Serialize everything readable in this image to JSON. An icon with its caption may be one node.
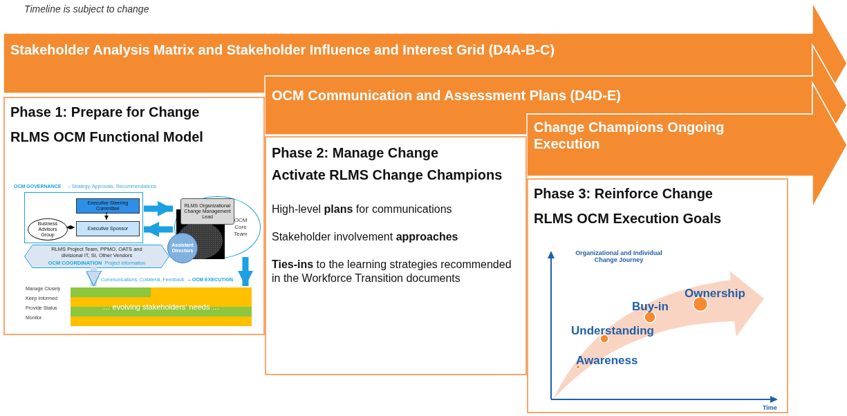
{
  "diagram": {
    "nodes": [
      {
        "text": [
          "Stakeholder Analysis Matrix and Stakeholder Influence and Interest Grid (D4A-B-C)"
        ]
      },
      {
        "text": [
          "OCM Communication and Assessment Plans (D4D-E)"
        ]
      },
      {
        "text": [
          "Change Champions Ongoing Execution"
        ]
      },
      {
        "text": [
          "Phase 1: Prepare for Change",
          "RLMS OCM Functional Model"
        ]
      },
      {
        "text": [
          "OCM GOVERNANCE",
          "– Strategy, Approvals, Recommendations"
        ],
        "in": 3
      },
      {
        "text": [
          "Executive Steering Committee"
        ],
        "in": 4
      },
      {
        "text": [
          "Executive Sponsor"
        ],
        "in": 4
      },
      {
        "text": [
          "Business Advisors Group"
        ],
        "in": 4
      },
      {
        "text": [
          "RLMS Project Team, PPMO, OATS and divisional IT, SI, Other Vendors",
          "OCM COORDINATION",
          "Project Information"
        ],
        "in": 3
      },
      {
        "text": [
          "OCM Core Team"
        ],
        "in": 3
      },
      {
        "text": [
          "RLMS Organizational Change Management Lead"
        ],
        "in": 9
      },
      {
        "text": [],
        "shape": "circle",
        "in": 9
      },
      {
        "text": [
          "Assistant Directors"
        ],
        "in": 3
      },
      {
        "text": [
          "… evolving stakeholders’ needs …"
        ],
        "in": 3
      },
      {
        "text": [
          "Phase 2: Manage Change",
          "Activate RLMS Change Champions",
          "High-level **plans** for communications",
          "Stakeholder involvement **approaches**",
          "**Ties-ins** to the learning strategies recommended in the Workforce Transition documents"
        ]
      },
      {
        "text": [
          "Phase 3: Reinforce Change",
          "RLMS OCM Execution Goals"
        ]
      }
    ],
    "edges": [
      {
        "from": 5,
        "to": 6,
        "arrow": "to",
        "color": "#000000"
      },
      {
        "from": 7,
        "to": 6,
        "arrow": "both",
        "style": "dashed",
        "color": "#000000"
      },
      {
        "from": 4,
        "to": 9,
        "arrow": "to"
      },
      {
        "from": 9,
        "to": 4,
        "arrow": "to"
      },
      {
        "from": 9,
        "to": 13,
        "arrow": "to"
      },
      {
        "from": 8,
        "to": 13,
        "arrow": "to",
        "color": "#c9daf0"
      }
    ],
    "labels": [
      "Timeline is subject to change",
      "Manage Closely",
      "Keep Informed",
      "Provide Status",
      "Monitor",
      "Communications, Collateral, Feedback",
      "– OCM EXECUTION",
      "Organizational and Individual Change Journey",
      "Awareness",
      "Understanding",
      "Buy-in",
      "Ownership",
      "Time"
    ]
  }
}
